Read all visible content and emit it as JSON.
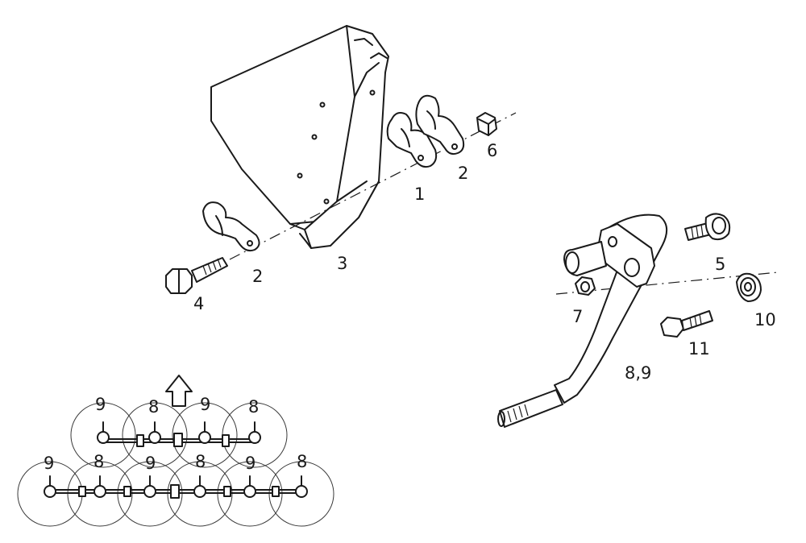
{
  "colors": {
    "ink": "#1a1a1a",
    "paper": "#ffffff"
  },
  "callouts": {
    "p1": "1",
    "p2_upper": "2",
    "p2_lower": "2",
    "p3": "3",
    "p4": "4",
    "p5": "5",
    "p6": "6",
    "p7": "7",
    "p8_9": "8,9",
    "p10": "10",
    "p11": "11"
  },
  "layout_diagram": {
    "direction_icon": "up-arrow-icon",
    "front_row": [
      "9",
      "8",
      "9",
      "8"
    ],
    "rear_row": [
      "9",
      "8",
      "9",
      "8",
      "9",
      "8"
    ]
  }
}
